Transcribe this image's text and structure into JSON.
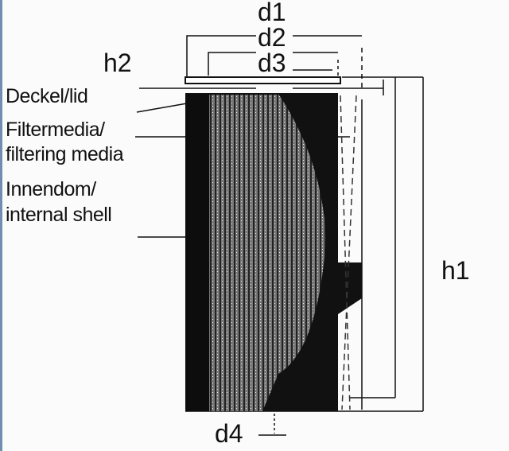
{
  "dimensions": {
    "d1": "d1",
    "d2": "d2",
    "d3": "d3",
    "d4": "d4",
    "h1": "h1",
    "h2": "h2"
  },
  "labels": {
    "lid": "Deckel/lid",
    "media_line1": "Filtermedia/",
    "media_line2": "filtering media",
    "shell_line1": "Innendom/",
    "shell_line2": "internal shell"
  }
}
